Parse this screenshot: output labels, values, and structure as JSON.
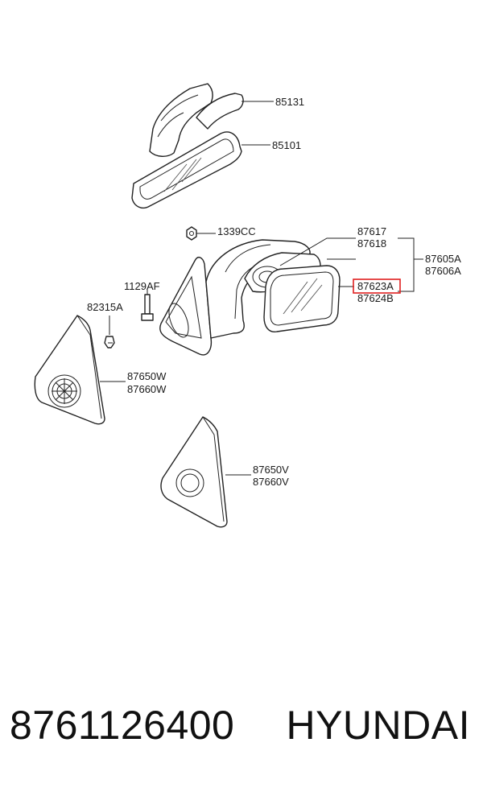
{
  "labels": {
    "l85131": "85131",
    "l85101": "85101",
    "l1339cc": "1339CC",
    "l87617": "87617",
    "l87618": "87618",
    "l87605a": "87605A",
    "l87606a": "87606A",
    "l87623a": "87623A",
    "l87624b": "87624B",
    "l1129af": "1129AF",
    "l82315a": "82315A",
    "l87650w": "87650W",
    "l87660w": "87660W",
    "l87650v": "87650V",
    "l87660v": "87660V"
  },
  "highlight_color": "#e02020",
  "footer": {
    "part_number": "8761126400",
    "brand": "HYUNDAI"
  }
}
